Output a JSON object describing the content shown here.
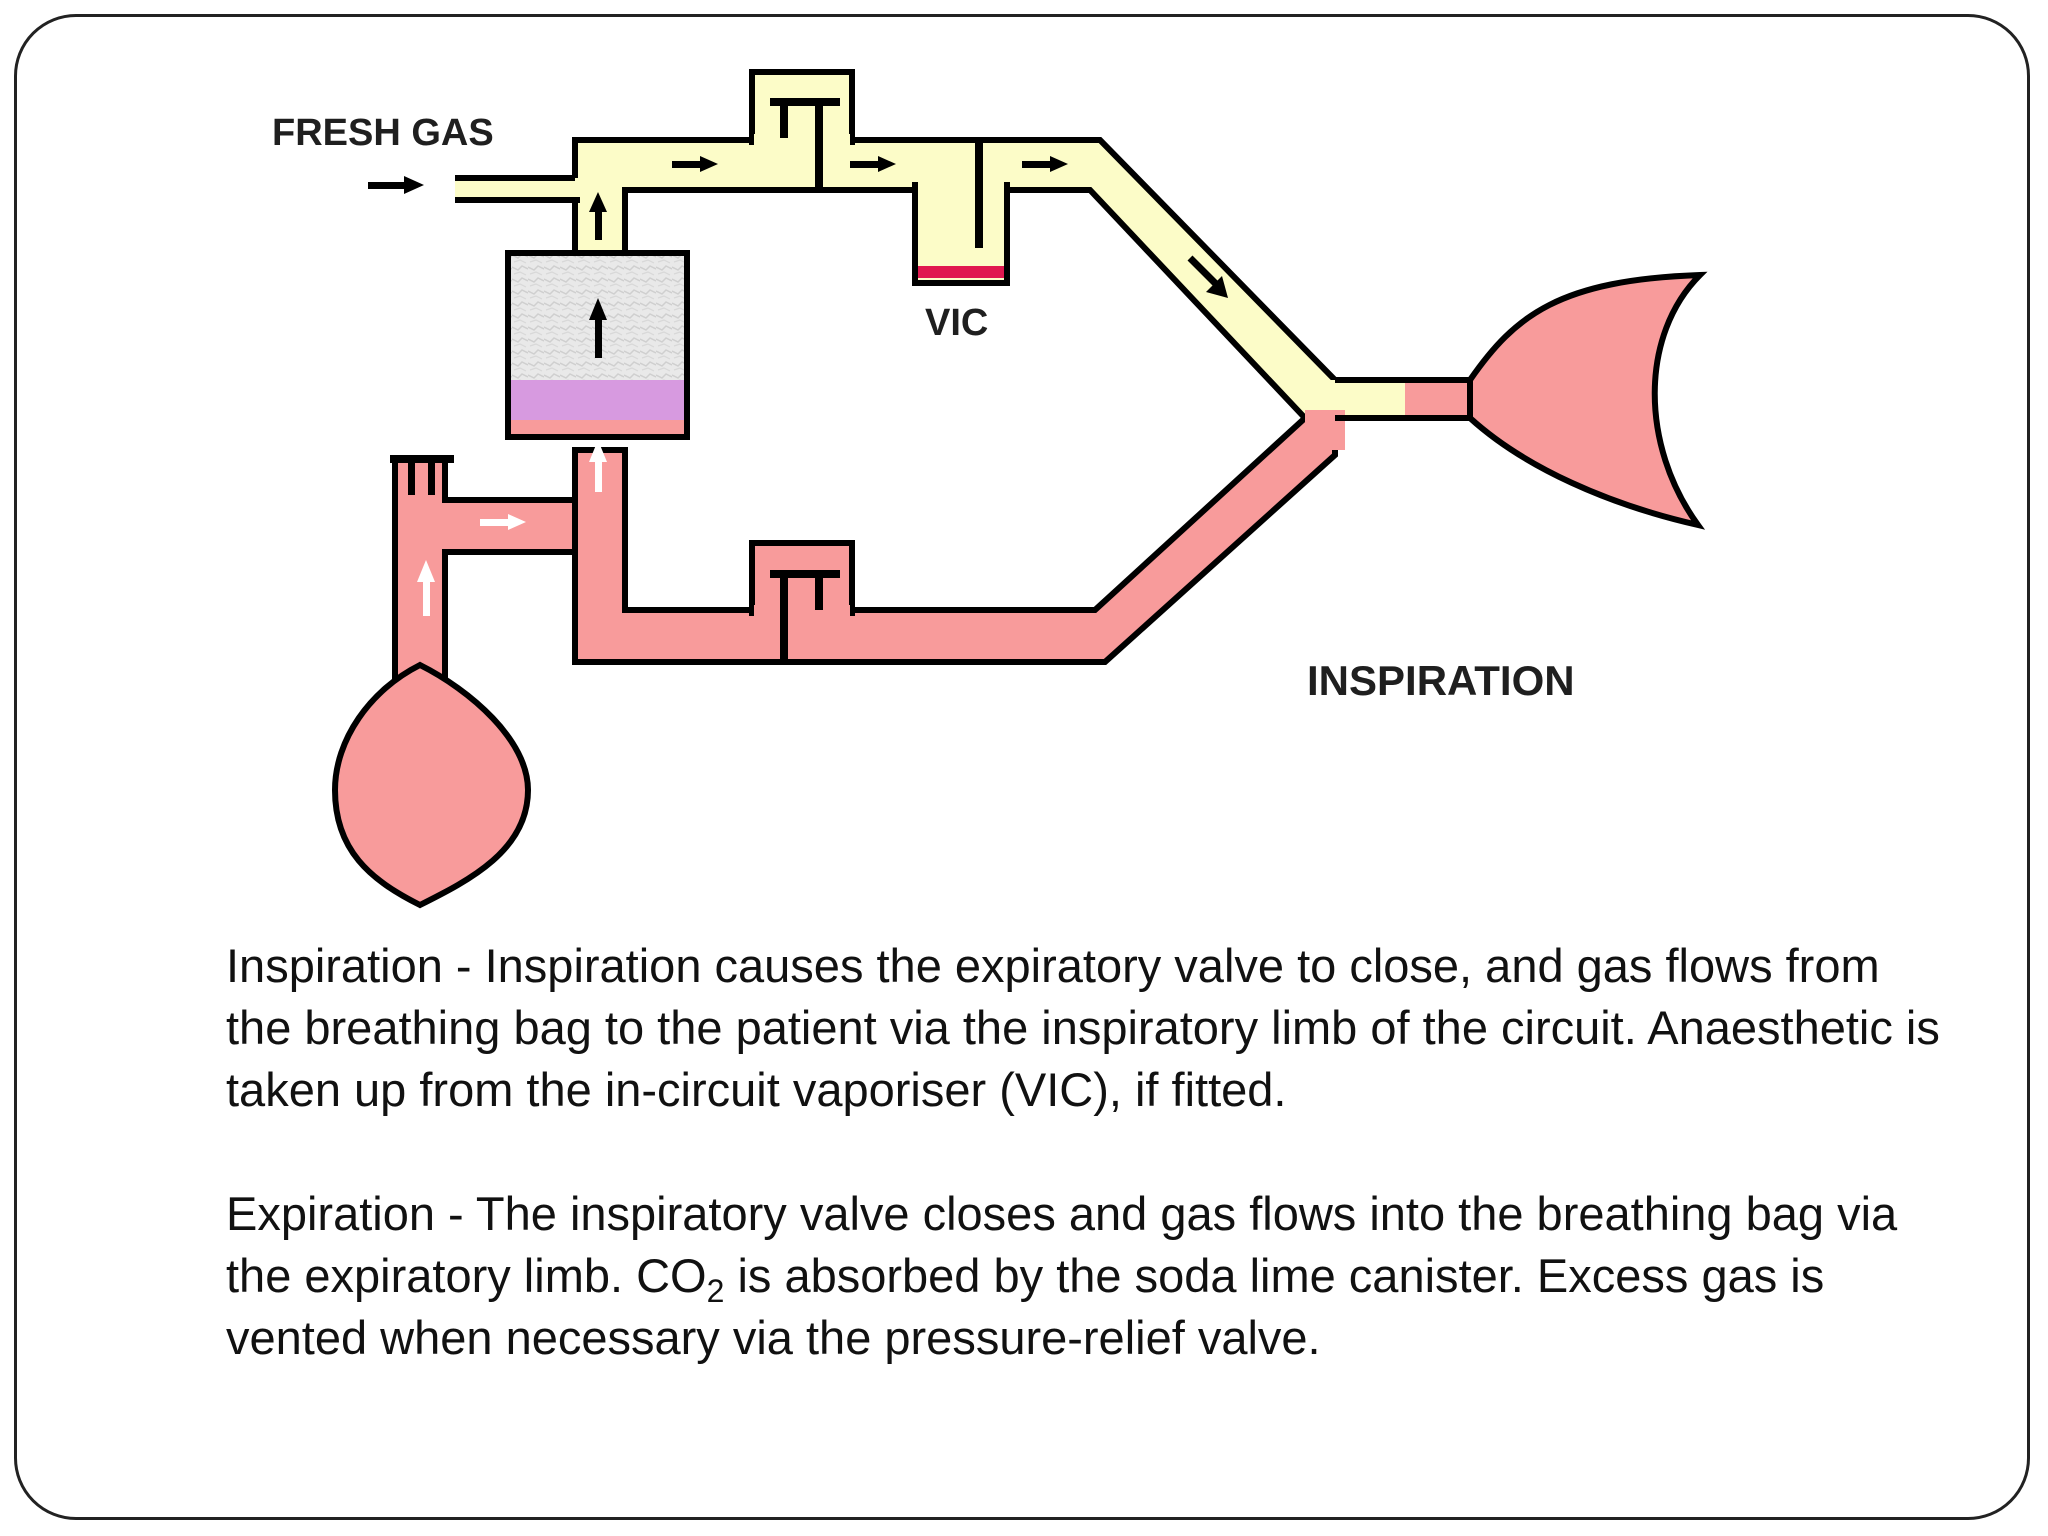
{
  "diagram": {
    "labels": {
      "fresh_gas": "FRESH GAS",
      "vic": "VIC",
      "phase": "INSPIRATION"
    },
    "colors": {
      "fresh_gas_yellow": "#fcfcc8",
      "exhaled_pink": "#f89b9b",
      "soda_lime_purple": "#d79ae0",
      "vic_red": "#e0184f",
      "canister_grey": "#e6e6e6",
      "outline": "#000000"
    },
    "icons": [
      "arrow-right-icon",
      "arrow-up-icon",
      "arrow-diagonal-icon"
    ]
  },
  "caption": {
    "inspiration_text": "Inspiration - Inspiration causes the expiratory valve to close, and gas flows from the breathing bag to the patient via the inspiratory limb of the circuit. Anaesthetic is taken up from the in-circuit vaporiser (VIC), if fitted.",
    "expiration_before": "Expiration - The inspiratory valve closes and gas flows into the breathing bag via the expiratory limb. CO",
    "expiration_subscript": "2",
    "expiration_after": " is absorbed by the soda lime canister. Excess gas is vented when necessary via the pressure-relief valve."
  }
}
